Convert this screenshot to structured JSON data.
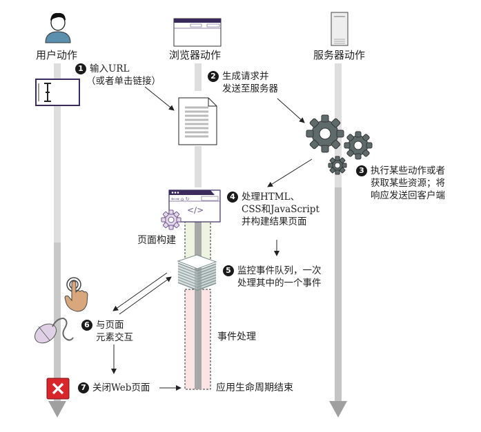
{
  "lanes": {
    "user": {
      "title": "用户动作",
      "icon": "user-icon"
    },
    "browser": {
      "title": "浏览器动作",
      "icon": "browser-window-icon"
    },
    "server": {
      "title": "服务器动作",
      "icon": "server-icon"
    }
  },
  "steps": [
    {
      "number": "1",
      "line1": "输入URL",
      "line2": "（或者单击链接）"
    },
    {
      "number": "2",
      "line1": "生成请求并",
      "line2": "发送至服务器"
    },
    {
      "number": "3",
      "line1": "执行某些动作或者",
      "line2": "获取某些资源；将",
      "line3": "响应发送回客户端"
    },
    {
      "number": "4",
      "line1": "处理HTML、",
      "line2": "CSS和JavaScript",
      "line3": "并构建结果页面"
    },
    {
      "number": "5",
      "line1": "监控事件队列，一次",
      "line2": "处理其中的一个事件"
    },
    {
      "number": "6",
      "line1": "与页面",
      "line2": "元素交互"
    },
    {
      "number": "7",
      "line1": "关闭Web页面"
    }
  ],
  "phases": {
    "page_build": "页面构建",
    "event_handling": "事件处理",
    "lifecycle_end": "应用生命周期结束"
  },
  "browser_mock": {
    "code_glyph": "</>"
  },
  "close_glyph": "✕",
  "colors": {
    "lane_line": "#a8a8a8",
    "lane_line_light": "#dcdcdc",
    "gear": "#5e6b6a",
    "purple": "#3a2a5c",
    "page_build_fill": "#eef3e2",
    "event_fill": "#fde4e4",
    "user_blue": "#5b8fae",
    "hand": "#d9a77c",
    "mouse": "#e0d0e6",
    "close_red": "#d8262a"
  }
}
